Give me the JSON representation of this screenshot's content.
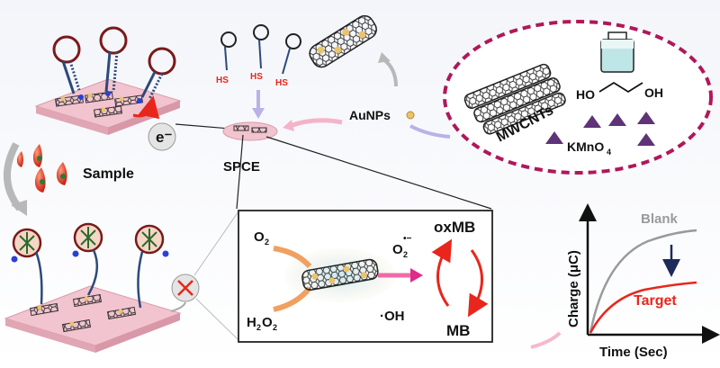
{
  "labels": {
    "electron": "e⁻",
    "sample": "Sample",
    "spce": "SPCE",
    "aunps": "AuNPs",
    "hs": "HS",
    "mwcnts": "MWCNTs",
    "kmno4_main": "KMnO",
    "kmno4_sub": "4",
    "ho": "HO",
    "oh": "OH",
    "o2_main": "O",
    "o2_sub": "2",
    "h2o2_h1": "H",
    "h2o2_sub1": "2",
    "h2o2_o": "O",
    "h2o2_sub2": "2",
    "superoxide_main": "O",
    "superoxide_sub": "2",
    "superoxide_sup": "•−",
    "hydroxyl": "·OH",
    "oxmb": "oxMB",
    "mb": "MB",
    "y_axis": "Charge (μC)",
    "x_axis": "Time (Sec)",
    "blank": "Blank",
    "target": "Target"
  },
  "colors": {
    "pink_platform": "#f2c4cf",
    "dashed_oval": "#b0175a",
    "red_arrows": "#e8261c",
    "blank_curve": "#9a9a9a",
    "target_curve": "#e8261c",
    "hairpin": "#7a1a1a",
    "stem": "#2c4a7a"
  }
}
